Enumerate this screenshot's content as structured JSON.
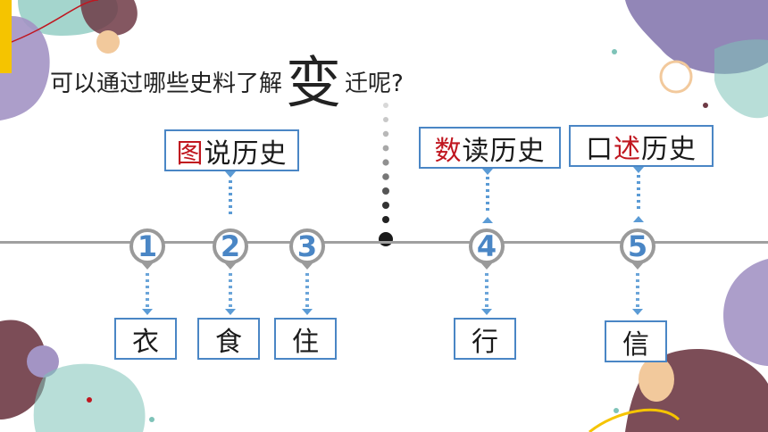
{
  "title": {
    "prefix": "可以通过哪些史料了解",
    "emphasis": "变",
    "suffix": "迁呢?"
  },
  "categories": [
    {
      "highlight": "图",
      "rest": "说历史"
    },
    {
      "highlight": "数",
      "rest": "读历史"
    },
    {
      "prefix": "口",
      "highlight": "述",
      "rest": "历史"
    }
  ],
  "nodes": [
    "1",
    "2",
    "3",
    "4",
    "5"
  ],
  "items": [
    "衣",
    "食",
    "住",
    "行",
    "信"
  ],
  "colors": {
    "accent_blue": "#4a86c5",
    "highlight_red": "#c0161f",
    "timeline_gray": "#9a9a9a"
  }
}
